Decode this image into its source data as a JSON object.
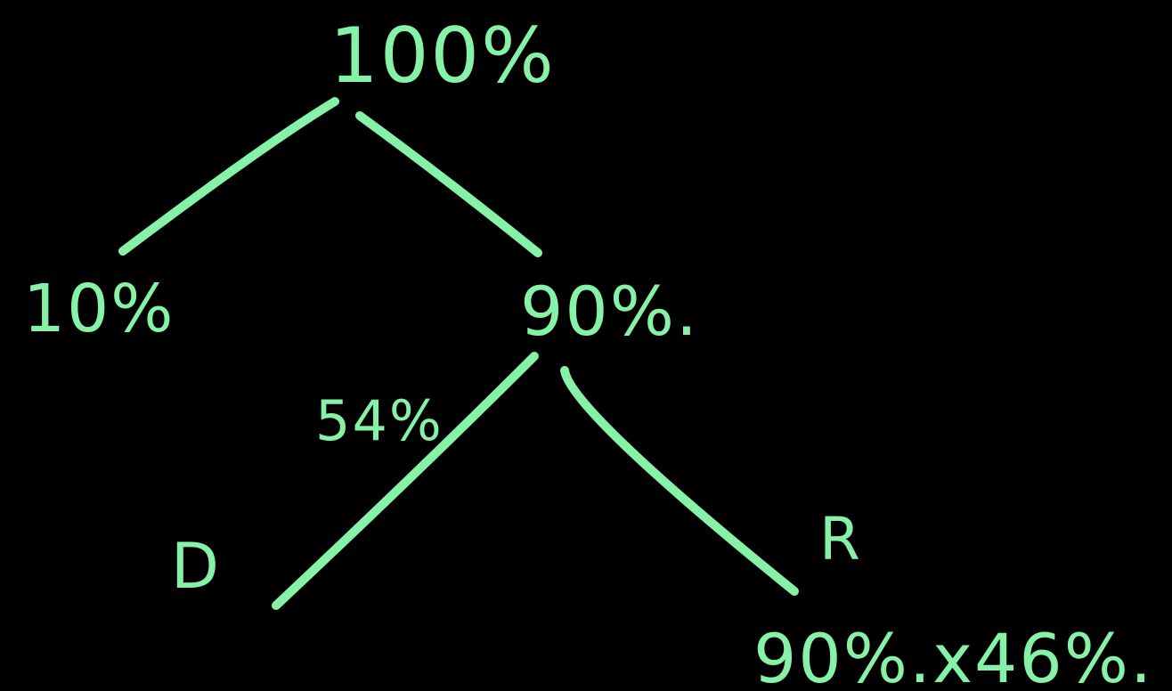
{
  "tree": {
    "root": {
      "label": "100%"
    },
    "level1": {
      "left": {
        "label": "10%"
      },
      "right": {
        "label": "90%."
      }
    },
    "level2": {
      "left_branch_label": "54%",
      "left_leaf": {
        "label": "D"
      },
      "right_leaf": {
        "label": "R"
      },
      "right_calc": "90%.x46%."
    }
  },
  "colors": {
    "background": "#000000",
    "ink": "#86f2a8"
  }
}
